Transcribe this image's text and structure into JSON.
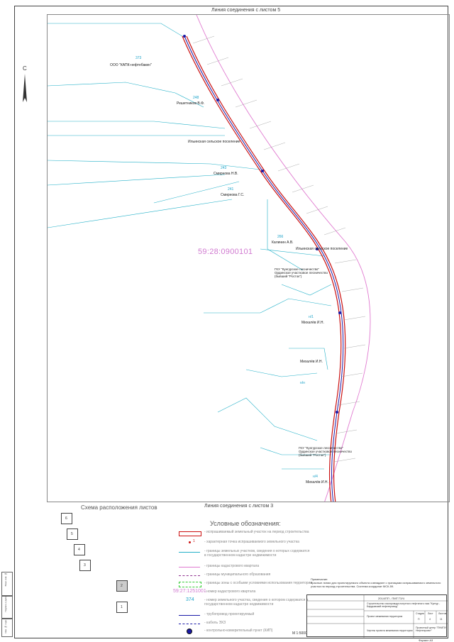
{
  "header": {
    "top_link": "Линия соединения с листом 5",
    "bottom_link": "Линия соединения с листом 3"
  },
  "north_arrow": "С",
  "map": {
    "cadastral_quarter": "59:28:0900101",
    "company": "ООО \"КАПК-нефтебакин\"",
    "labels": [
      {
        "num": "248",
        "owner": "Решетников В.Ф."
      },
      {
        "num": "243",
        "owner": "Смирнова Н.В."
      },
      {
        "num": "241",
        "owner": "Смирнова Г.С."
      },
      {
        "num": "266",
        "owner": "Калинин А.В."
      },
      {
        "num": "н/1",
        "owner": "Михалёв И.Н."
      },
      {
        "num": "",
        "owner": "Михалёв И.Н."
      },
      {
        "num": "н/н",
        "owner": ""
      },
      {
        "num": "н/4",
        "owner": "Михалёв И.Н."
      }
    ],
    "settlements": [
      "Ильинская сельское поселение",
      "Ильинская сельское поселение"
    ],
    "forestry": [
      "ГКУ \"Кунгурское лесничество\" Ординское участковое лесничество (бывший \"Росток\")",
      "ГКУ \"Кунгурское лесничество\" Ординское участковое лесничество (бывший \"Росток\")"
    ],
    "small_number": "373"
  },
  "scheme": {
    "title": "Схема расположения листов",
    "sheets": [
      "6",
      "5",
      "4",
      "3",
      "2",
      "1"
    ]
  },
  "legend": {
    "title": "Условные обозначения:",
    "items": [
      {
        "text": "- испрашиваемый земельный участок на период строительства"
      },
      {
        "text": "- характерная точка испрашиваемого земельного участка"
      },
      {
        "text": "- границы земельных участков, сведения о которых содержатся в государственном кадастре недвижимости"
      },
      {
        "text": "- границы кадастрового квартала"
      },
      {
        "text": "- границы муниципального образования"
      },
      {
        "text": "- границы зоны с особыми условиями использования территории"
      },
      {
        "text": "- номер кадастрового квартала"
      },
      {
        "text": "- номер земельного участка, сведения о котором содержатся в государственном кадастре недвижимости"
      },
      {
        "text": "- трубопровод проектируемый"
      },
      {
        "text": "- кабель ЭХЗ"
      },
      {
        "text": "- контрольно-измерительный пункт (КИП)"
      }
    ],
    "quarter_sample": "59:27:1251001",
    "parcel_sample": "374",
    "point_sample": "1"
  },
  "scale": "М 1:5000",
  "notes": {
    "title": "Примечание:",
    "text": "Красные линии для проектируемого объекта совпадают с границами испрашиваемого земельного участка на период строительства. Система координат МСК-59."
  },
  "stamp": {
    "code": "2014/ПП - ПМТ.ТЗ/Ч",
    "project": "Строительство газопровода попутного нефтяного газа \"Кунгур - Бардымский нефтепровод\"",
    "sheet_title": "Проект межевания территории",
    "drawing": "Чертеж проекта межевания территории",
    "stage": "Стадия",
    "sheet": "Лист",
    "sheets": "Листов",
    "stage_val": "П",
    "sheet_val": "4",
    "sheets_val": "11",
    "org": "Проектный центр \"ПНИПУ-Нефтепроект\"",
    "format": "Формат А3"
  },
  "side_stamp": [
    "Взам. инв. №",
    "Подпись и дата",
    "Инв. № подл."
  ],
  "colors": {
    "road": "#e07ad0",
    "route": "#1a1aa8",
    "parcel": "#22b0c8",
    "red": "#cc1111"
  }
}
